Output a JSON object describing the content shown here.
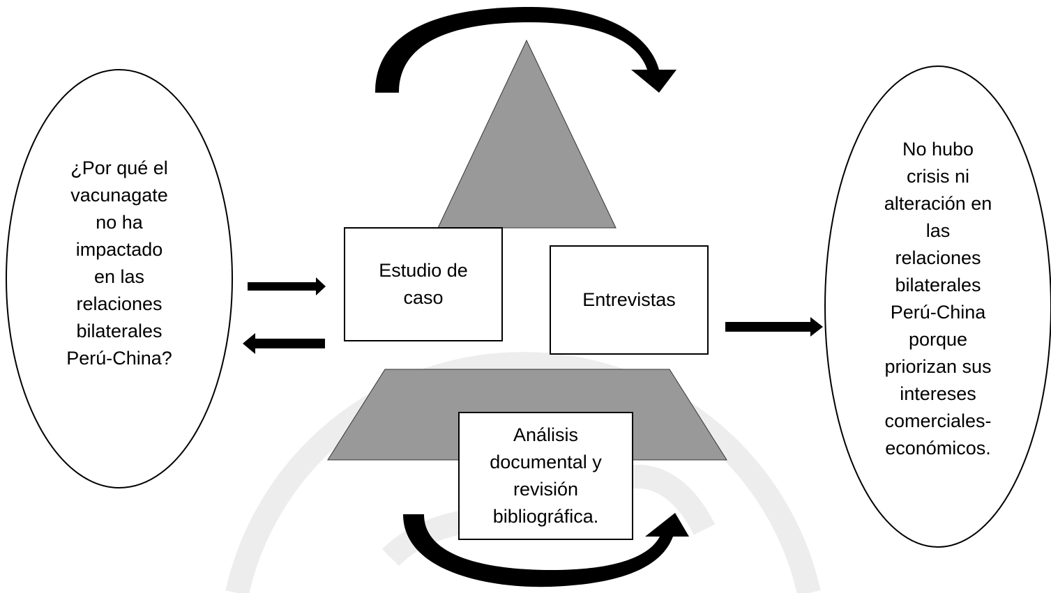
{
  "question": {
    "lines": [
      "¿Por qué el",
      "vacunagate",
      "no ha",
      "impactado",
      "en las",
      "relaciones",
      "bilaterales",
      "Perú-China?"
    ]
  },
  "methods": {
    "case_study": {
      "lines": [
        "Estudio de",
        "caso"
      ]
    },
    "interviews": {
      "lines": [
        "Entrevistas"
      ]
    },
    "document_analysis": {
      "lines": [
        "Análisis",
        "documental y",
        "revisión",
        "bibliográfica."
      ]
    }
  },
  "conclusion": {
    "lines": [
      "No hubo",
      "crisis ni",
      "alteración en",
      "las",
      "relaciones",
      "bilaterales",
      "Perú-China",
      "porque",
      "priorizan sus",
      "intereses",
      "comerciales-",
      "económicos."
    ]
  },
  "colors": {
    "triangle_fill": "#999999",
    "watermark": "#ededed",
    "stroke": "#000000"
  }
}
